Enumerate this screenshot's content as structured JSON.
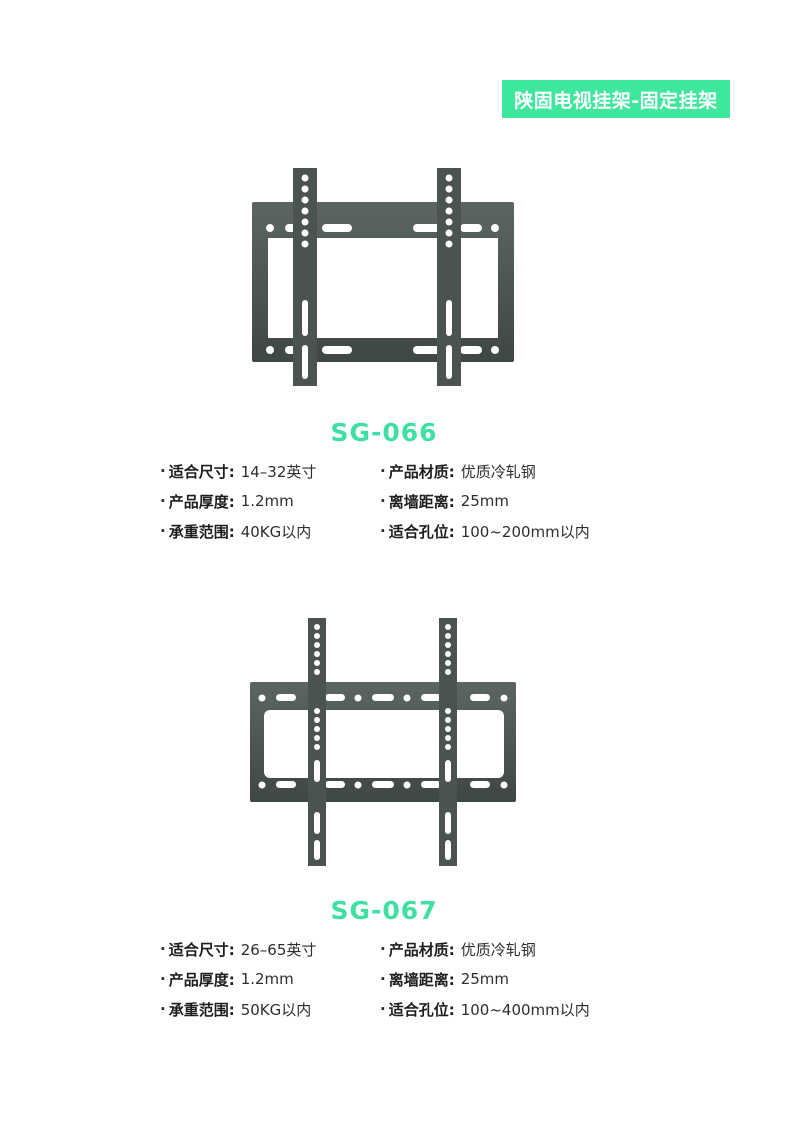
{
  "header": {
    "badge_text": "陕固电视挂架-固定挂架",
    "badge_color": "#3fe79d"
  },
  "accent_color": "#3fe0a2",
  "products": [
    {
      "model": "SG-066",
      "image": "tv-wall-mount-bracket-small",
      "specs": [
        [
          {
            "label": "适合尺寸:",
            "value": "14–32英寸"
          },
          {
            "label": "产品材质:",
            "value": "优质冷轧钢"
          }
        ],
        [
          {
            "label": "产品厚度:",
            "value": "1.2mm"
          },
          {
            "label": "离墙距离:",
            "value": "25mm"
          }
        ],
        [
          {
            "label": "承重范围:",
            "value": "40KG以内"
          },
          {
            "label": "适合孔位:",
            "value": "100~200mm以内"
          }
        ]
      ]
    },
    {
      "model": "SG-067",
      "image": "tv-wall-mount-bracket-large",
      "specs": [
        [
          {
            "label": "适合尺寸:",
            "value": "26–65英寸"
          },
          {
            "label": "产品材质:",
            "value": "优质冷轧钢"
          }
        ],
        [
          {
            "label": "产品厚度:",
            "value": "1.2mm"
          },
          {
            "label": "离墙距离:",
            "value": "25mm"
          }
        ],
        [
          {
            "label": "承重范围:",
            "value": "50KG以内"
          },
          {
            "label": "适合孔位:",
            "value": "100~400mm以内"
          }
        ]
      ]
    }
  ]
}
